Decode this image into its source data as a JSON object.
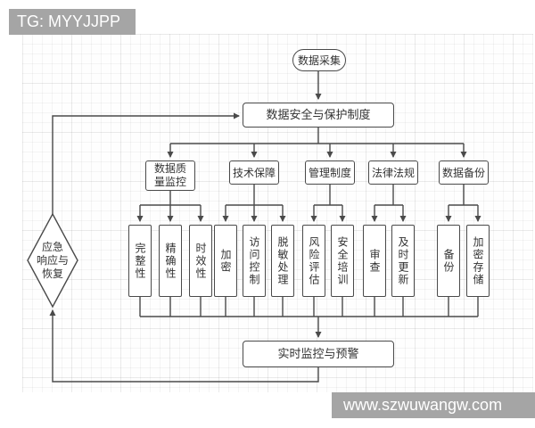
{
  "colors": {
    "line": "#4a4a4a",
    "node_text": "#333333",
    "banner_bg": "#a5a5a5",
    "banner_text": "#ffffff"
  },
  "watermarks": {
    "telegram": "TG: MYYJJPP",
    "website": "www.szwuwangw.com"
  },
  "flow": {
    "start": "数据采集",
    "policy": "数据安全与保护制度",
    "monitor": "实时监控与预警",
    "emergency": "应急\n响应与\n恢复",
    "categories": [
      {
        "label": "数据质量监控"
      },
      {
        "label": "技术保障"
      },
      {
        "label": "管理制度"
      },
      {
        "label": "法律法规"
      },
      {
        "label": "数据备份"
      }
    ],
    "subs": [
      {
        "label": "完整性"
      },
      {
        "label": "精确性"
      },
      {
        "label": "时效性"
      },
      {
        "label": "加密"
      },
      {
        "label": "访问控制"
      },
      {
        "label": "脱敏处理"
      },
      {
        "label": "风险评估"
      },
      {
        "label": "安全培训"
      },
      {
        "label": "审查"
      },
      {
        "label": "及时更新"
      },
      {
        "label": "备份"
      },
      {
        "label": "加密存储"
      }
    ]
  }
}
